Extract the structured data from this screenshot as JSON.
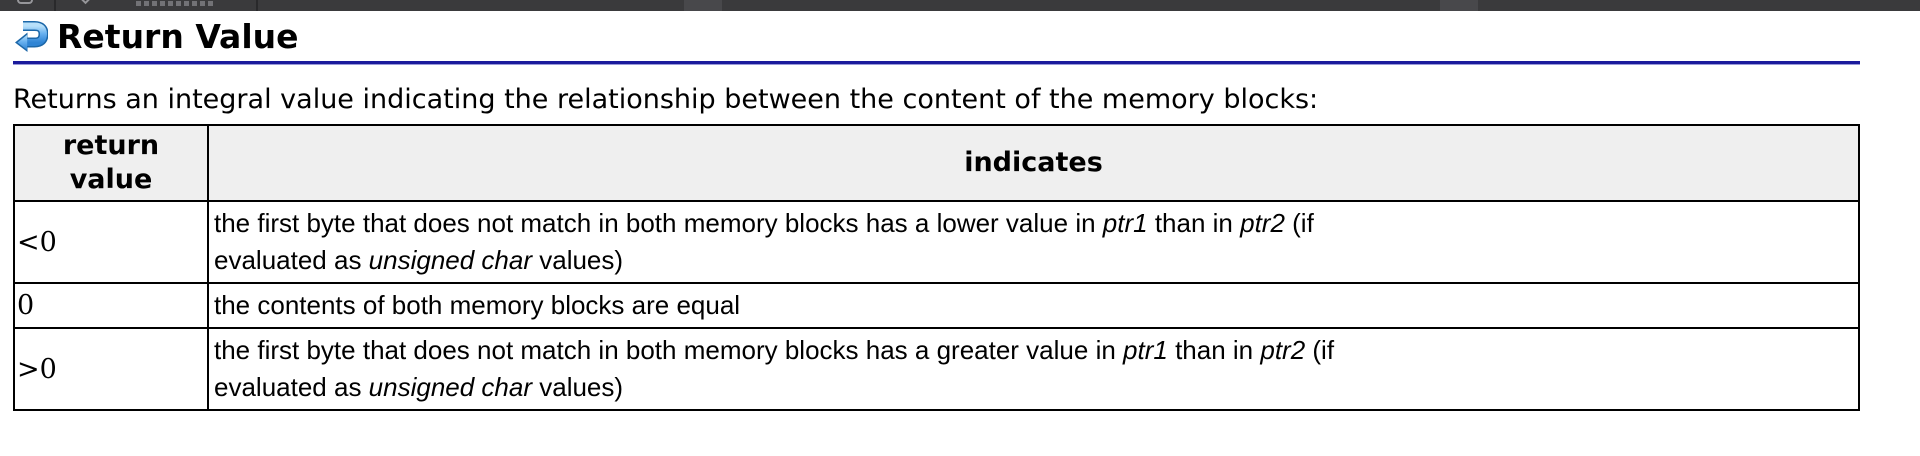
{
  "colors": {
    "chrome_strip": "#3a3a3c",
    "chrome_separator": "#29292b",
    "chrome_segment": "#48484b",
    "heading_rule_blue": "#1b1b9c",
    "table_border": "#000000",
    "table_header_bg": "#efefef",
    "icon_blue_light": "#b8e0fa",
    "icon_blue_dark": "#2f84d4",
    "text": "#000000",
    "page_bg": "#ffffff"
  },
  "section": {
    "title": "Return Value",
    "icon": "return-arrow-icon",
    "intro": "Returns an integral value indicating the relationship between the content of the memory blocks:"
  },
  "table": {
    "headers": [
      "return value",
      "indicates"
    ],
    "rows": [
      {
        "return_value": "<0",
        "segments": [
          {
            "text": "the first byte that does not match in both memory blocks has a lower value in ",
            "italic": false
          },
          {
            "text": "ptr1",
            "italic": true
          },
          {
            "text": " than in ",
            "italic": false
          },
          {
            "text": "ptr2",
            "italic": true
          },
          {
            "text": " (if\nevaluated as ",
            "italic": false
          },
          {
            "text": "unsigned char",
            "italic": true
          },
          {
            "text": " values)",
            "italic": false
          }
        ]
      },
      {
        "return_value": "0",
        "segments": [
          {
            "text": "the contents of both memory blocks are equal",
            "italic": false
          }
        ]
      },
      {
        "return_value": ">0",
        "segments": [
          {
            "text": "the first byte that does not match in both memory blocks has a greater value in ",
            "italic": false
          },
          {
            "text": "ptr1",
            "italic": true
          },
          {
            "text": " than in ",
            "italic": false
          },
          {
            "text": "ptr2",
            "italic": true
          },
          {
            "text": " (if\nevaluated as ",
            "italic": false
          },
          {
            "text": "unsigned char",
            "italic": true
          },
          {
            "text": " values)",
            "italic": false
          }
        ]
      }
    ]
  }
}
